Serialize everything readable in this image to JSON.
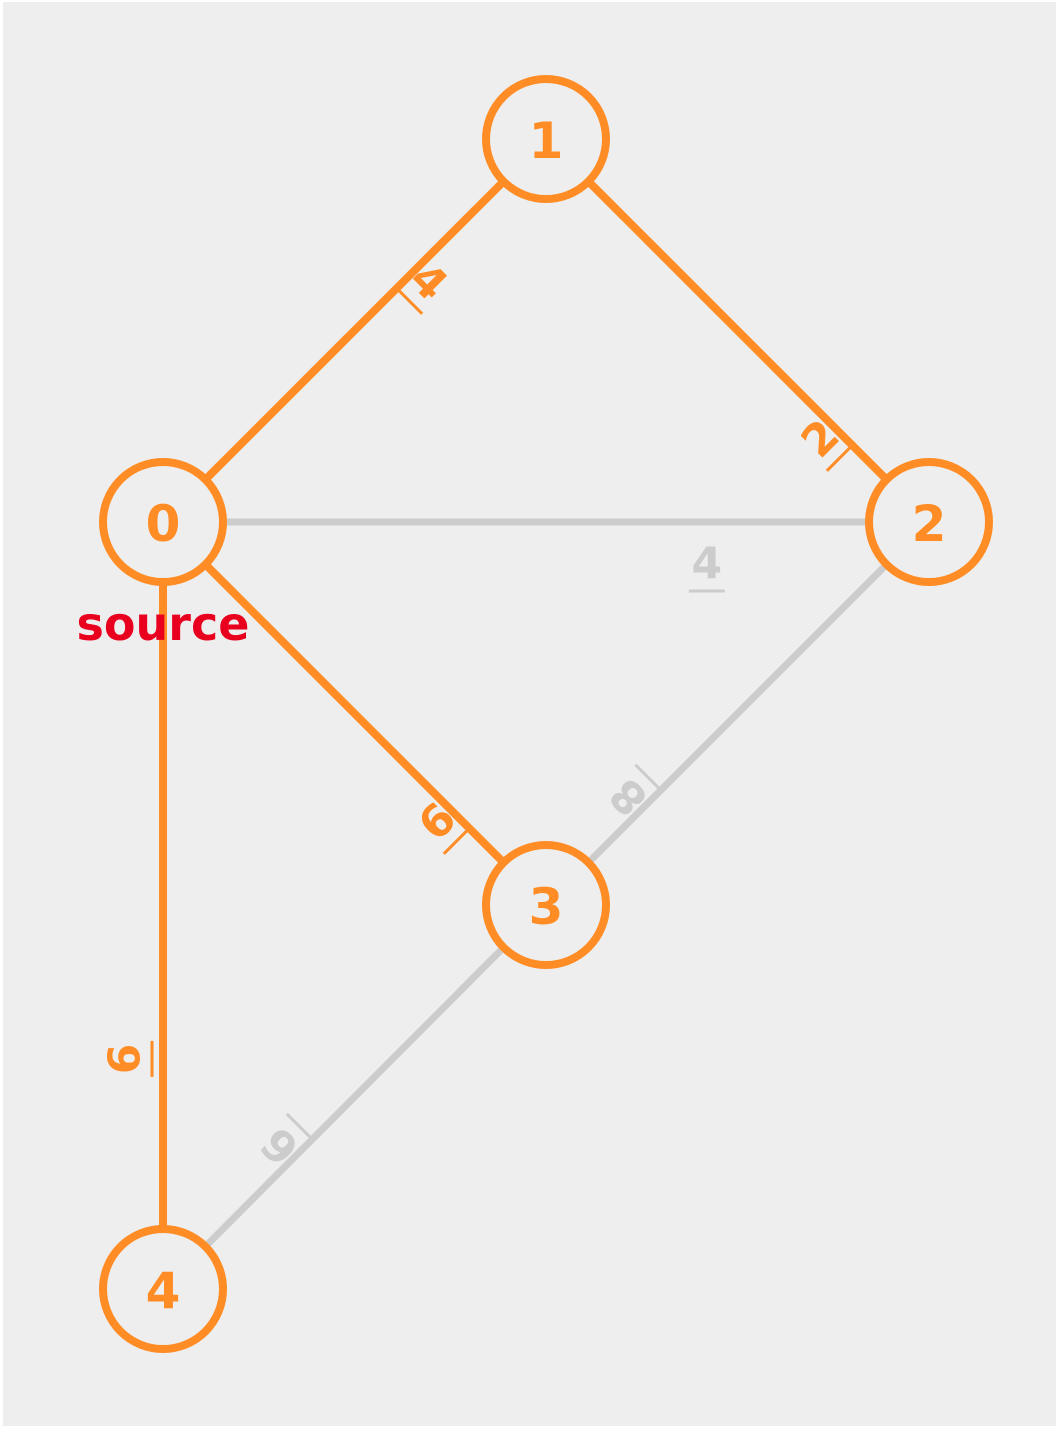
{
  "graph": {
    "colors": {
      "highlight": "#FF8C24",
      "inactive": "#CCCCCC",
      "source_label": "#E8001E",
      "background": "#EEEEEE"
    },
    "source_label": "source",
    "source_node": "0",
    "nodes": [
      {
        "id": "0",
        "label": "0"
      },
      {
        "id": "1",
        "label": "1"
      },
      {
        "id": "2",
        "label": "2"
      },
      {
        "id": "3",
        "label": "3"
      },
      {
        "id": "4",
        "label": "4"
      }
    ],
    "edges": [
      {
        "from": "0",
        "to": "1",
        "weight": "4",
        "state": "highlighted"
      },
      {
        "from": "1",
        "to": "2",
        "weight": "2",
        "state": "highlighted"
      },
      {
        "from": "0",
        "to": "2",
        "weight": "4",
        "state": "inactive"
      },
      {
        "from": "0",
        "to": "3",
        "weight": "6",
        "state": "highlighted"
      },
      {
        "from": "2",
        "to": "3",
        "weight": "8",
        "state": "inactive"
      },
      {
        "from": "0",
        "to": "4",
        "weight": "6",
        "state": "highlighted"
      },
      {
        "from": "3",
        "to": "4",
        "weight": "6",
        "state": "inactive"
      }
    ]
  }
}
